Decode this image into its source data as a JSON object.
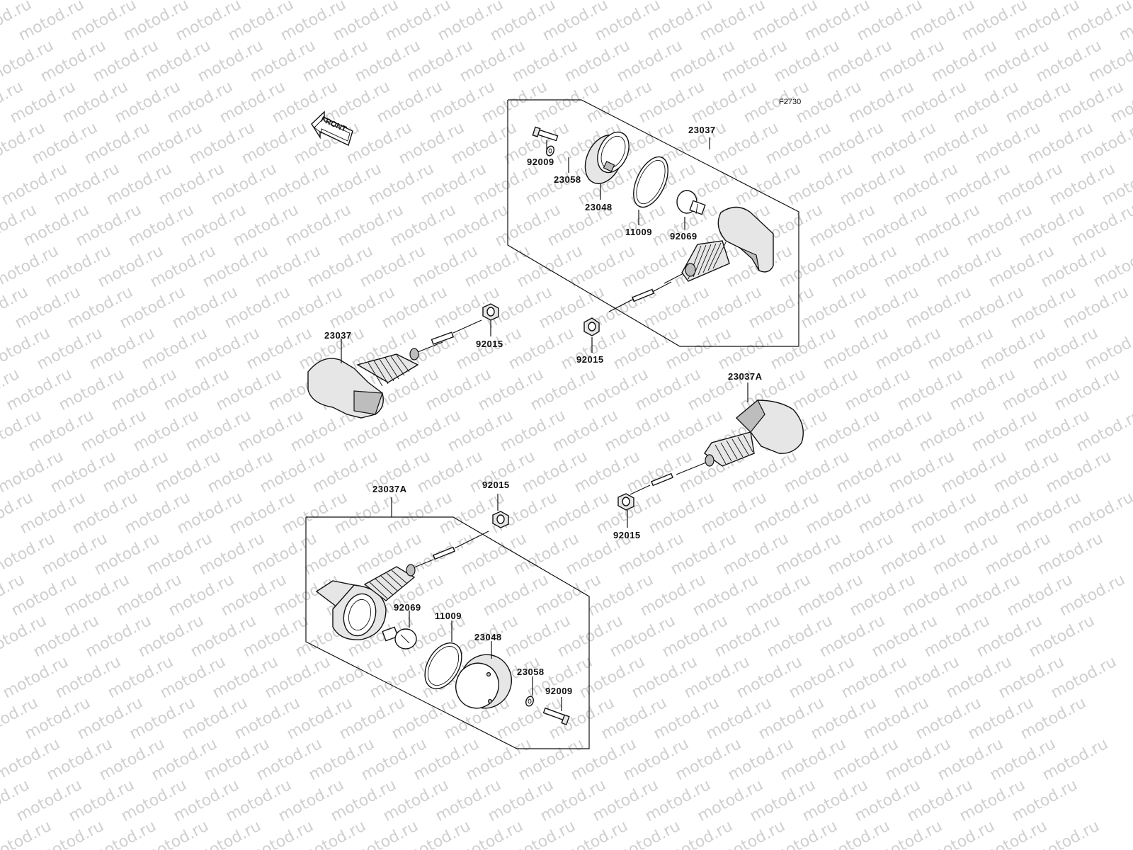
{
  "figure_code": "F2730",
  "front_label": "FRONT",
  "watermark_text": "motod.ru",
  "labels": {
    "upper_23037": "23037",
    "upper_92009": "92009",
    "upper_23058": "23058",
    "upper_23048": "23048",
    "upper_11009": "11009",
    "upper_92069": "92069",
    "upper_92015": "92015",
    "left_23037": "23037",
    "left_92015": "92015",
    "right_23037A": "23037A",
    "right_92015": "92015",
    "lower_23037A": "23037A",
    "lower_92015": "92015",
    "lower_92069": "92069",
    "lower_11009": "11009",
    "lower_23048": "23048",
    "lower_23058": "23058",
    "lower_92009": "92009"
  }
}
